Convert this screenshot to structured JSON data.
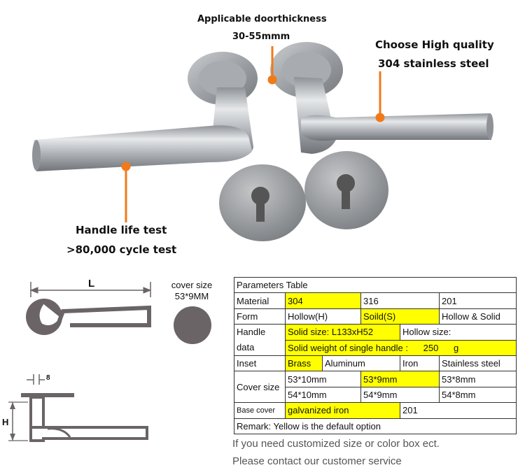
{
  "callouts": {
    "door_thickness_title": "Applicable doorthickness",
    "door_thickness_value": "30-55mmm",
    "quality_title": "Choose High quality",
    "quality_value": "304 stainless steel",
    "life_test_title": "Handle life test",
    "life_test_value": ">80,000 cycle test"
  },
  "dimensions": {
    "length_label": "L",
    "height_label": "H",
    "thickness_label": "8",
    "cover_size_title": "cover size",
    "cover_size_value": "53*9MM"
  },
  "table": {
    "title": "Parameters Table",
    "material": {
      "label": "Material",
      "options": [
        "304",
        "316",
        "201"
      ]
    },
    "form": {
      "label": "Form",
      "options": [
        "Hollow(H)",
        "Soild(S)",
        "Hollow & Solid"
      ]
    },
    "handle_data": {
      "label_line1": "Handle",
      "label_line2": "data",
      "solid_size": "Solid size: L133xH52",
      "hollow_size": "Hollow size:",
      "solid_weight_label": "Solid weight of single handle :",
      "solid_weight_value": "250",
      "solid_weight_unit": "g"
    },
    "inset": {
      "label": "Inset",
      "options": [
        "Brass",
        "Aluminum",
        "Iron",
        "Stainless steel"
      ]
    },
    "cover_size": {
      "label": "Cover size",
      "row1": [
        "53*10mm",
        "53*9mm",
        "53*8mm"
      ],
      "row2": [
        "54*10mm",
        "54*9mm",
        "54*8mm"
      ]
    },
    "base_cover": {
      "label": "Base cover",
      "options": [
        "galvanized iron",
        "201"
      ]
    },
    "remark": "Remark: Yellow is the default option"
  },
  "notes": {
    "line1": "If you need customized size or color box ect.",
    "line2": "Please contact our customer service"
  },
  "colors": {
    "highlight": "#ffff00",
    "callout_line": "#f07a1a",
    "steel": "#b8bcc0",
    "drawing": "#6a6466"
  }
}
